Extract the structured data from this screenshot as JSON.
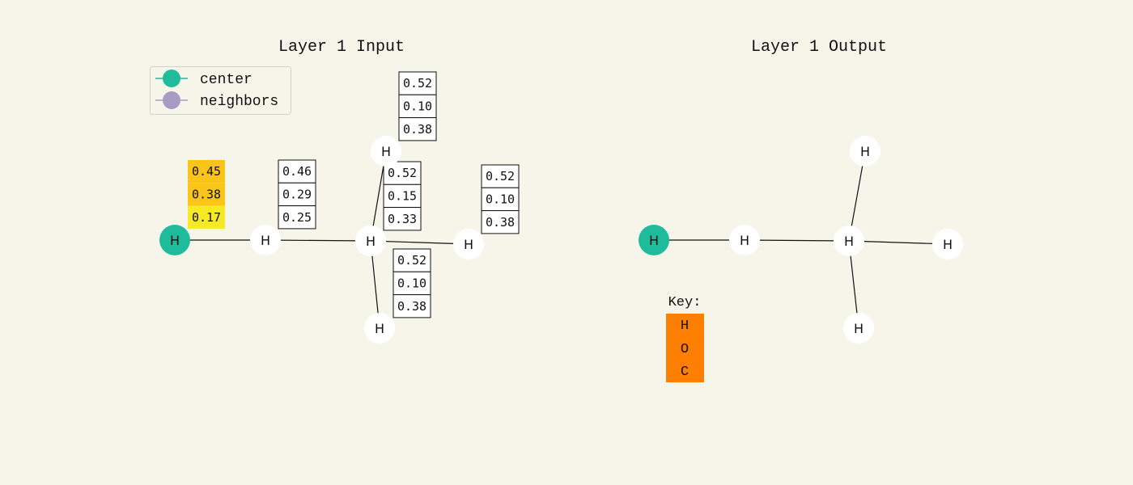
{
  "left_panel": {
    "title": "Layer 1 Input",
    "legend": {
      "center": "center",
      "neighbors": "neighbors",
      "center_color": "#1fbc9c",
      "neighbor_color": "#a99bc4"
    },
    "atoms": [
      {
        "label": "H",
        "role": "center"
      },
      {
        "label": "H",
        "role": "neighbor"
      },
      {
        "label": "H",
        "role": "neighbor"
      },
      {
        "label": "H",
        "role": "neighbor"
      },
      {
        "label": "H",
        "role": "neighbor"
      },
      {
        "label": "H",
        "role": "neighbor"
      }
    ],
    "bonds": [
      [
        0,
        1
      ],
      [
        1,
        2
      ],
      [
        2,
        3
      ],
      [
        2,
        4
      ],
      [
        2,
        5
      ]
    ],
    "feature_boxes": [
      {
        "atom": 0,
        "values": [
          "0.45",
          "0.38",
          "0.17"
        ],
        "colors": [
          "#fbc418",
          "#fbc418",
          "#f6e926"
        ]
      },
      {
        "atom": 1,
        "values": [
          "0.46",
          "0.29",
          "0.25"
        ]
      },
      {
        "atom": 3,
        "values": [
          "0.52",
          "0.10",
          "0.38"
        ]
      },
      {
        "atom": 2,
        "values": [
          "0.52",
          "0.15",
          "0.33"
        ]
      },
      {
        "atom": 4,
        "values": [
          "0.52",
          "0.10",
          "0.38"
        ]
      },
      {
        "atom": 5,
        "values": [
          "0.52",
          "0.10",
          "0.38"
        ]
      }
    ]
  },
  "right_panel": {
    "title": "Layer 1 Output",
    "atoms": [
      {
        "label": "H",
        "role": "center"
      },
      {
        "label": "H",
        "role": "neighbor"
      },
      {
        "label": "H",
        "role": "neighbor"
      },
      {
        "label": "H",
        "role": "neighbor"
      },
      {
        "label": "H",
        "role": "neighbor"
      },
      {
        "label": "H",
        "role": "neighbor"
      }
    ],
    "bonds": [
      [
        0,
        1
      ],
      [
        1,
        2
      ],
      [
        2,
        3
      ],
      [
        2,
        4
      ],
      [
        2,
        5
      ]
    ],
    "key": {
      "label": "Key:",
      "items": [
        "H",
        "O",
        "C"
      ],
      "color": "#ff7f00"
    }
  },
  "colors": {
    "background": "#f5f5ea",
    "center": "#1fbc9c",
    "node": "#ffffff"
  }
}
